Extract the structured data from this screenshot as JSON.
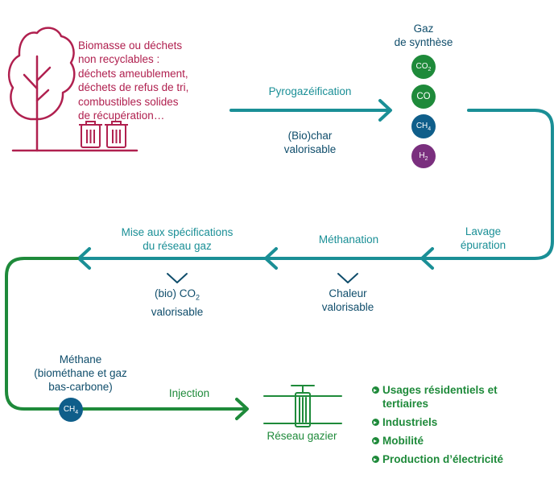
{
  "colors": {
    "crimson": "#b0204f",
    "teal": "#1a8f96",
    "navy": "#0f4d6b",
    "green": "#1e8a3a",
    "co2": "#1e8a3a",
    "co": "#1e8a3a",
    "ch4": "#0f5e8a",
    "h2": "#7a2f7e"
  },
  "input": {
    "lines": [
      "Biomasse ou déchets",
      "non recyclables :",
      "déchets ameublement,",
      "déchets de refus de tri,",
      "combustibles solides",
      "de récupération…"
    ],
    "icons": [
      "tree-icon",
      "trash-bin-icon",
      "trash-bin-icon"
    ]
  },
  "step1": {
    "label": "Pyrogazéification",
    "byproduct_line1": "(Bio)char",
    "byproduct_line2": "valorisable"
  },
  "syngas": {
    "title_line1": "Gaz",
    "title_line2": "de synthèse",
    "components": [
      {
        "main": "CO",
        "sub": "2",
        "color": "#1e8a3a"
      },
      {
        "main": "CO",
        "sub": "",
        "color": "#1e8a3a"
      },
      {
        "main": "CH",
        "sub": "4",
        "color": "#0f5e8a"
      },
      {
        "main": "H",
        "sub": "2",
        "color": "#7a2f7e"
      }
    ]
  },
  "step2": {
    "label_line1": "Lavage",
    "label_line2": "épuration"
  },
  "step3": {
    "label": "Méthanation",
    "byproduct_line1": "Chaleur",
    "byproduct_line2": "valorisable"
  },
  "step4": {
    "label_line1": "Mise aux spécifications",
    "label_line2": "du réseau gaz",
    "byproduct_prefix": "(bio) CO",
    "byproduct_sub": "2",
    "byproduct_line2": "valorisable"
  },
  "methane": {
    "line1": "Méthane",
    "line2": "(biométhane et gaz",
    "line3": "bas-carbone)",
    "chip_main": "CH",
    "chip_sub": "4"
  },
  "step5": {
    "label": "Injection"
  },
  "network": {
    "label": "Réseau gazier",
    "icon": "gas-valve-icon"
  },
  "uses": [
    "Usages résidentiels et tertiaires",
    "Industriels",
    "Mobilité",
    "Production d’électricité"
  ]
}
